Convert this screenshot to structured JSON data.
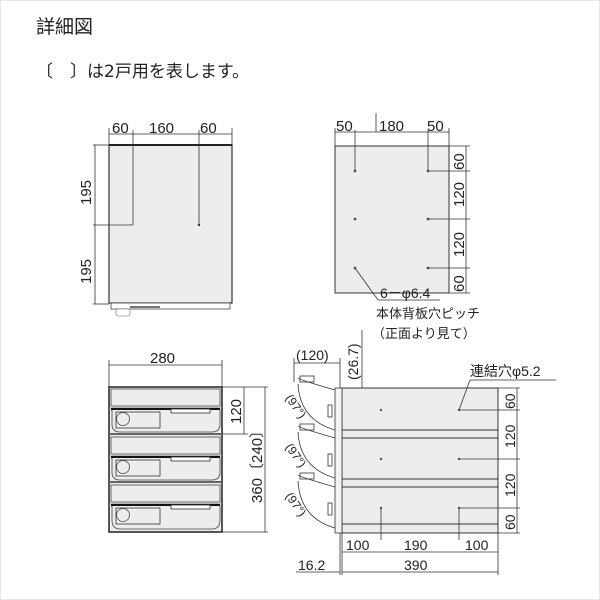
{
  "header": {
    "title": "詳細図",
    "note": "〔　〕は2戸用を表します。"
  },
  "front_top_view": {
    "dims_top": [
      "60",
      "160",
      "60"
    ],
    "dims_left": [
      "195",
      "195"
    ]
  },
  "back_plate_view": {
    "dims_top": [
      "50",
      "180",
      "50"
    ],
    "dims_right": [
      "60",
      "120",
      "120",
      "60"
    ],
    "hole_label": "6－φ6.4",
    "caption_line1": "本体背板穴ピッチ",
    "caption_line2": "（正面より見て）"
  },
  "front_view": {
    "width_label": "280",
    "unit_height_label": "120",
    "total_height_label": "360〔240〕"
  },
  "side_view": {
    "door_open_width": "(120)",
    "top_offset": "(26.7)",
    "door_angles": [
      "(97°)",
      "(97°)",
      "(97°)"
    ],
    "link_hole_label": "連結穴φ5.2",
    "dims_right": [
      "60",
      "120",
      "120",
      "60"
    ],
    "dims_bottom": [
      "100",
      "190",
      "100"
    ],
    "total_depth": "390",
    "door_thickness": "16.2"
  }
}
